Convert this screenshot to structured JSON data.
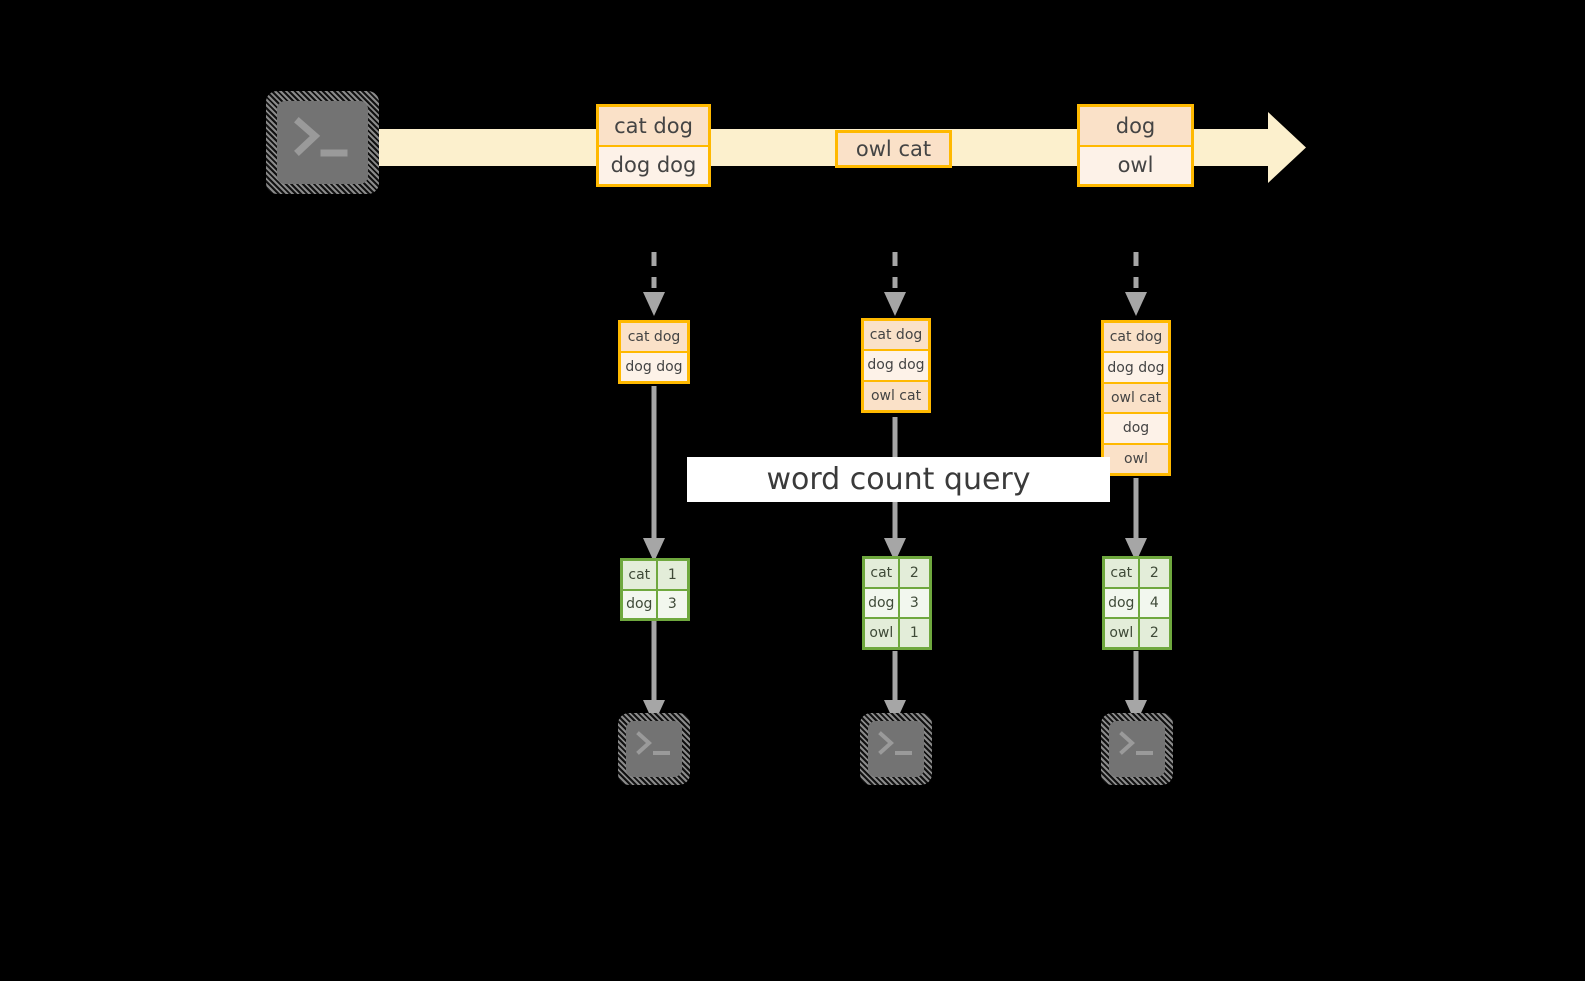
{
  "diagram": {
    "title_text": "word count query",
    "colors": {
      "stream_arrow": "#FCF0CD",
      "box_border": "#FFB900",
      "box_fill_dark": "#FAE1C8",
      "box_fill_light": "#FDF2E8",
      "table_border": "#6FA83E",
      "table_fill_dark": "#E3EDD9",
      "table_fill_light": "#F2F7EE",
      "terminal_fill": "#737373",
      "arrow_gray": "#A6A6A6",
      "background": "#000000"
    },
    "source_terminal": {
      "glyph": "terminal-prompt"
    },
    "stream": {
      "events": [
        {
          "name": "event-1",
          "rows": [
            {
              "text": "cat dog",
              "shade": "dark"
            },
            {
              "text": "dog dog",
              "shade": "light"
            }
          ]
        },
        {
          "name": "event-2",
          "rows": [
            {
              "text": "owl cat",
              "shade": "dark"
            }
          ]
        },
        {
          "name": "event-3",
          "rows": [
            {
              "text": "dog",
              "shade": "dark"
            },
            {
              "text": "owl",
              "shade": "light"
            }
          ]
        }
      ]
    },
    "snapshots": [
      {
        "name": "snapshot-1",
        "input_rows": [
          {
            "text": "cat dog",
            "shade": "dark"
          },
          {
            "text": "dog dog",
            "shade": "light"
          }
        ],
        "result_rows": [
          {
            "word": "cat",
            "count": "1",
            "shade": "dark"
          },
          {
            "word": "dog",
            "count": "3",
            "shade": "light"
          }
        ],
        "sink": {
          "glyph": "terminal-prompt"
        }
      },
      {
        "name": "snapshot-2",
        "input_rows": [
          {
            "text": "cat dog",
            "shade": "dark"
          },
          {
            "text": "dog dog",
            "shade": "light"
          },
          {
            "text": "owl cat",
            "shade": "dark"
          }
        ],
        "result_rows": [
          {
            "word": "cat",
            "count": "2",
            "shade": "dark"
          },
          {
            "word": "dog",
            "count": "3",
            "shade": "light"
          },
          {
            "word": "owl",
            "count": "1",
            "shade": "dark"
          }
        ],
        "sink": {
          "glyph": "terminal-prompt"
        }
      },
      {
        "name": "snapshot-3",
        "input_rows": [
          {
            "text": "cat dog",
            "shade": "dark"
          },
          {
            "text": "dog dog",
            "shade": "light"
          },
          {
            "text": "owl cat",
            "shade": "dark"
          },
          {
            "text": "dog",
            "shade": "light"
          },
          {
            "text": "owl",
            "shade": "dark"
          }
        ],
        "result_rows": [
          {
            "word": "cat",
            "count": "2",
            "shade": "dark"
          },
          {
            "word": "dog",
            "count": "4",
            "shade": "light"
          },
          {
            "word": "owl",
            "count": "2",
            "shade": "dark"
          }
        ],
        "sink": {
          "glyph": "terminal-prompt"
        }
      }
    ]
  }
}
